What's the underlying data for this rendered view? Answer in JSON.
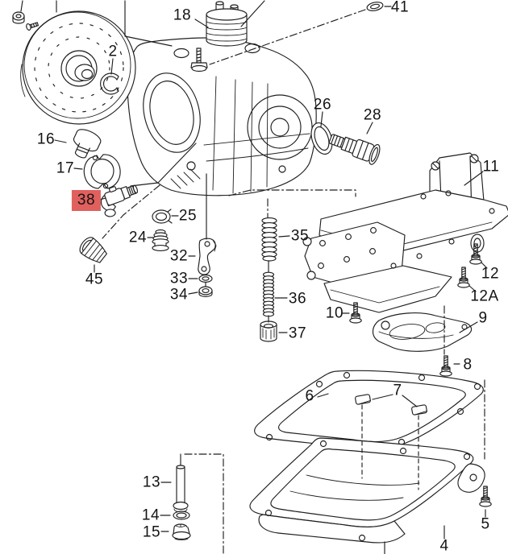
{
  "diagram_type": "automatic-transmission-exploded-parts-diagram",
  "colors": {
    "background": "#ffffff",
    "line": "#1f1f1f",
    "label_text": "#141414",
    "highlight_box": "#e0605e"
  },
  "highlighted_part": "38",
  "labels": {
    "2": "2",
    "4": "4",
    "5": "5",
    "6": "6",
    "7": "7",
    "8": "8",
    "9": "9",
    "10": "10",
    "11": "11",
    "12": "12",
    "12A": "12A",
    "13": "13",
    "14": "14",
    "15": "15",
    "16": "16",
    "17": "17",
    "18": "18",
    "24": "24",
    "25": "25",
    "26": "26",
    "28": "28",
    "32": "32",
    "33": "33",
    "34": "34",
    "35": "35",
    "36": "36",
    "37": "37",
    "38": "38",
    "41": "41",
    "45": "45"
  }
}
